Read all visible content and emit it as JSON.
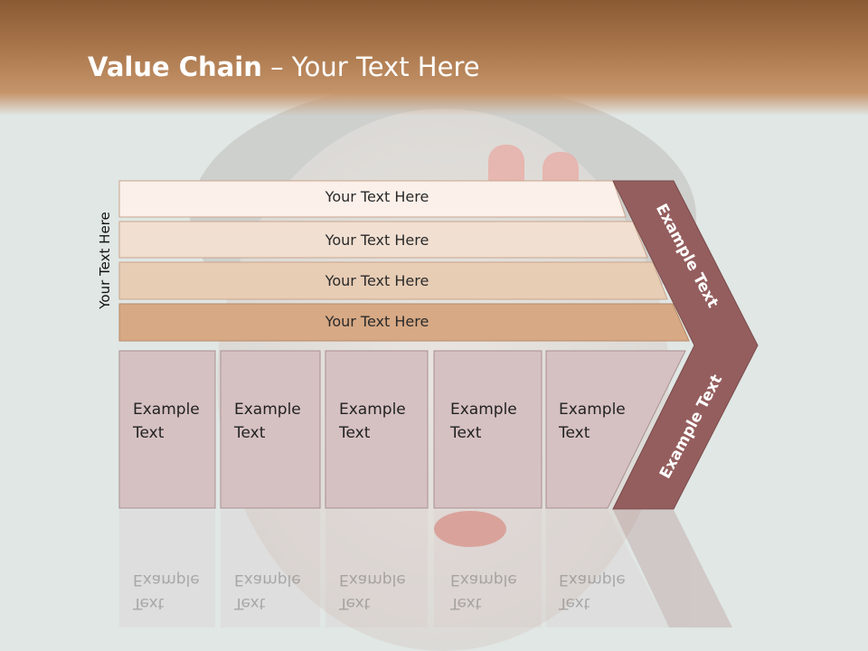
{
  "title": {
    "bold": "Value Chain",
    "rest": " – Your Text Here"
  },
  "side_label": "Your Text Here",
  "rows": [
    "Your Text Here",
    "Your Text Here",
    "Your Text Here",
    "Your Text Here"
  ],
  "boxes": [
    {
      "line1": "Example",
      "line2": "Text"
    },
    {
      "line1": "Example",
      "line2": "Text"
    },
    {
      "line1": "Example",
      "line2": "Text"
    },
    {
      "line1": "Example",
      "line2": "Text"
    },
    {
      "line1": "Example",
      "line2": "Text"
    }
  ],
  "chevron": {
    "upper": "Example Text",
    "lower": "Example Text"
  },
  "colors": {
    "header": "#a8754a",
    "row1": "#fbf0ea",
    "row2": "#f1dfd1",
    "row3": "#e8cdb5",
    "row4": "#d7a985",
    "box": "#d6c1c2",
    "chevron": "#955e5e"
  }
}
